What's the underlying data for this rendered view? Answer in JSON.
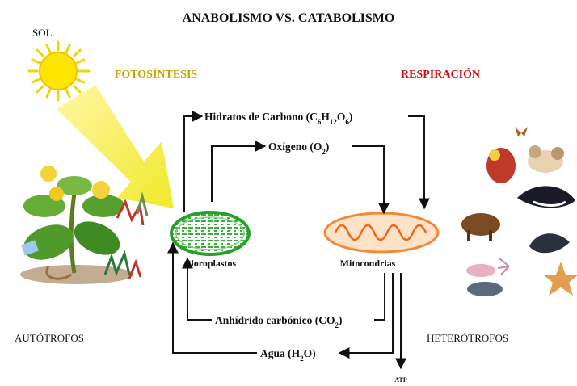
{
  "title": "ANABOLISMO VS. CATABOLISMO",
  "labels": {
    "sun": "SOL",
    "photosynthesis": "FOTOSÍNTESIS",
    "respiration": "RESPIRACIÓN",
    "autotrophs": "AUTÓTROFOS",
    "heterotrophs": "HETERÓTROFOS",
    "chloroplasts": "Cloroplastos",
    "mitochondria": "Mitocondrias",
    "atp": "ATP"
  },
  "flows": {
    "carbohydrates": {
      "text": "Hidratos de Carbono (C",
      "sub1": "6",
      "mid1": "H",
      "sub2": "12",
      "mid2": "O",
      "sub3": "6",
      "end": ")"
    },
    "oxygen": {
      "text": "Oxígeno (O",
      "sub": "2",
      "end": ")"
    },
    "carbon_dioxide": {
      "text": "Anhídrido carbónico (CO",
      "sub": "2",
      "end": ")"
    },
    "water": {
      "text": "Agua (H",
      "sub": "2",
      "end": "O)"
    }
  },
  "colors": {
    "title": "#111111",
    "photosynthesis": "#c8a000",
    "respiration": "#d01010",
    "sun": "#ffe600",
    "sunbeam": "#f3ee34",
    "chloroplast": "#2aa02a",
    "mitochondria": "#f08a3a",
    "arrow": "#111111"
  }
}
